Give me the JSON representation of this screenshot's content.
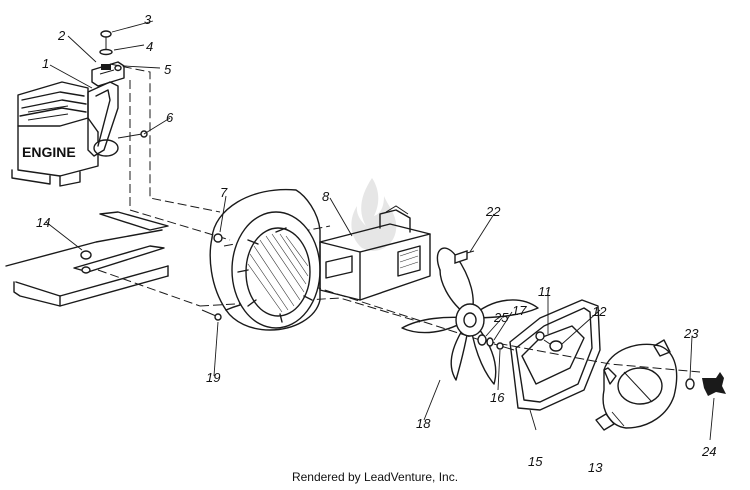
{
  "diagram": {
    "engine_label": "ENGINE",
    "callouts": [
      "1",
      "2",
      "3",
      "4",
      "5",
      "6",
      "7",
      "8",
      "11",
      "12",
      "13",
      "14",
      "15",
      "16",
      "17",
      "18",
      "19",
      "22",
      "23",
      "24",
      "25"
    ]
  },
  "footer": {
    "text": "Rendered by LeadVenture, Inc."
  },
  "colors": {
    "ink": "#1a1a1a",
    "background": "#ffffff",
    "watermark": "#e6e6e6"
  }
}
